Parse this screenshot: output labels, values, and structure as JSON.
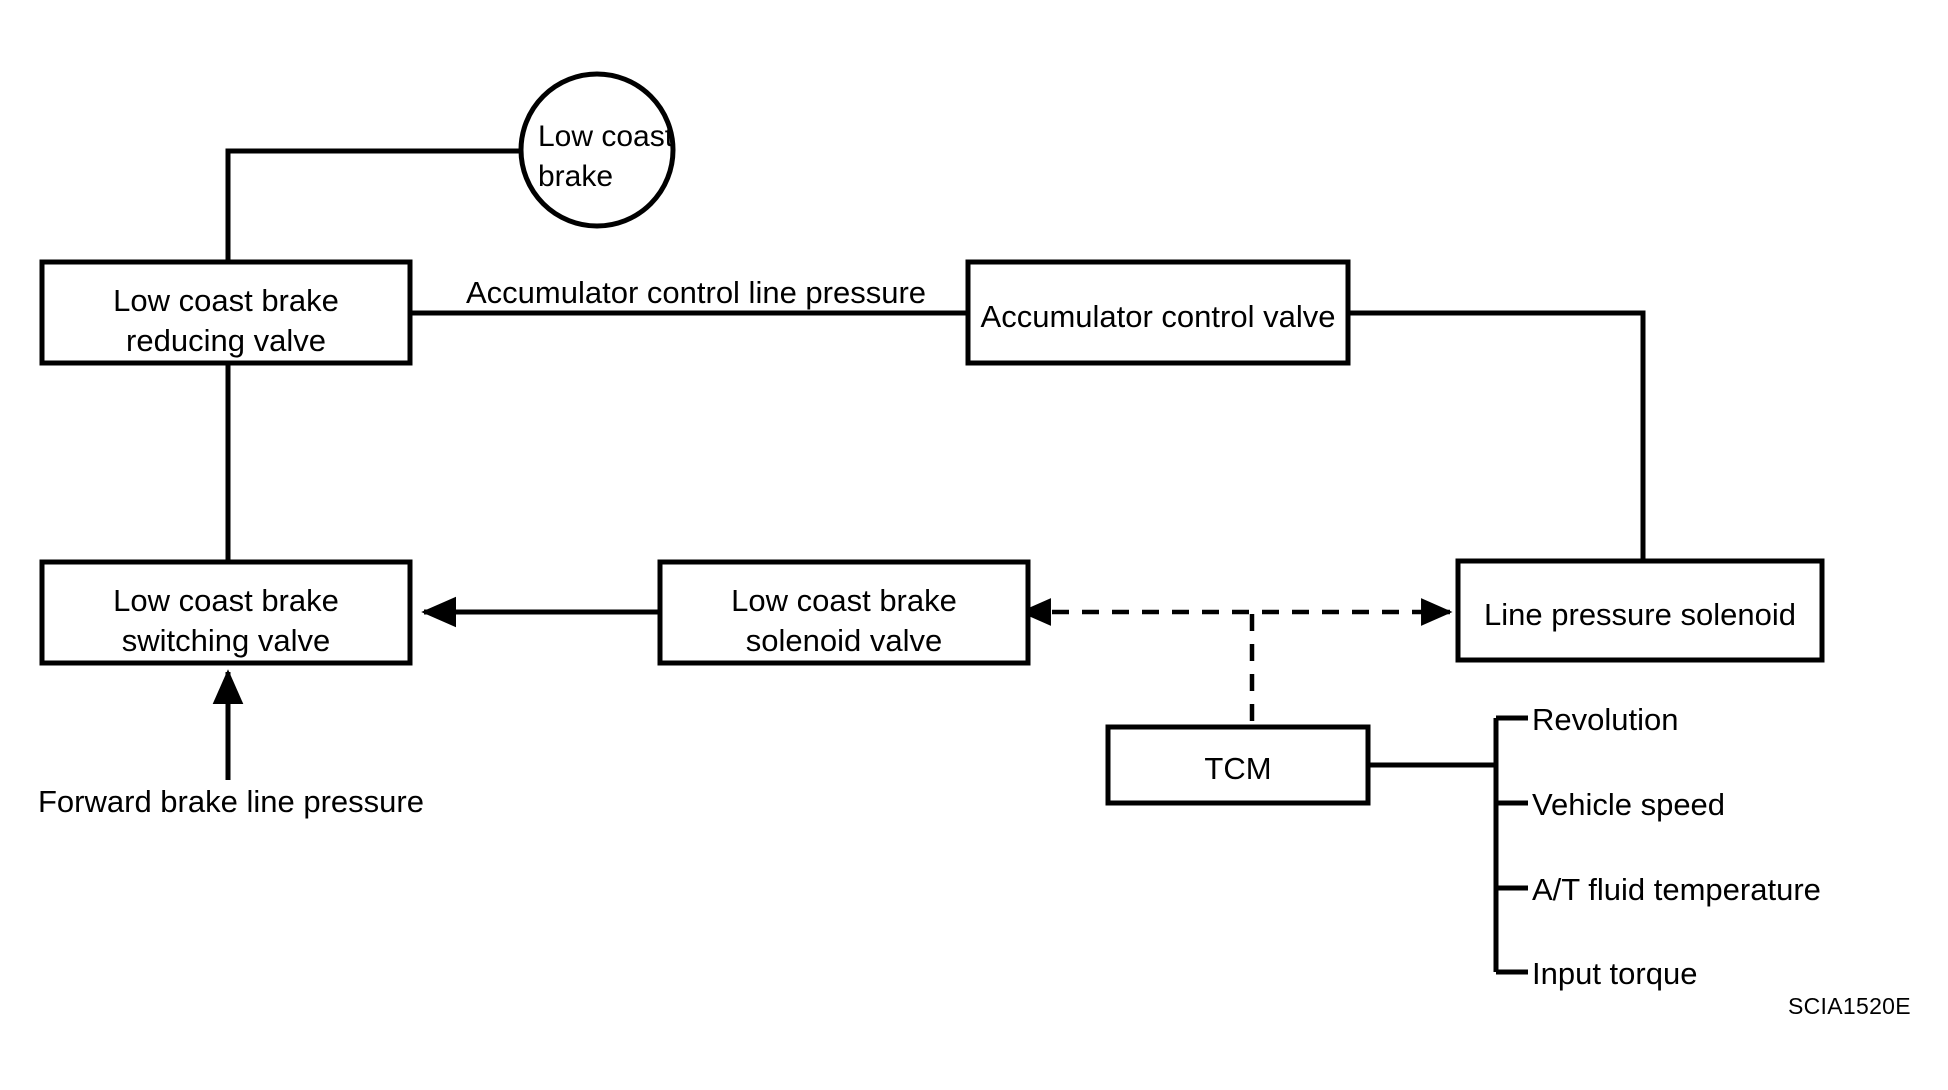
{
  "figure": {
    "code": "SCIA1520E",
    "colors": {
      "stroke": "#000000",
      "background": "#ffffff",
      "text": "#000000"
    }
  },
  "nodes": {
    "low_coast_brake": {
      "label": "Low coast\nbrake",
      "shape": "circle"
    },
    "low_coast_brake_reducing_valve": {
      "label": "Low coast brake\nreducing valve",
      "shape": "rect"
    },
    "accumulator_control_valve": {
      "label": "Accumulator control valve",
      "shape": "rect"
    },
    "low_coast_brake_switching_valve": {
      "label": "Low coast brake\nswitching valve",
      "shape": "rect"
    },
    "low_coast_brake_solenoid_valve": {
      "label": "Low coast brake\nsolenoid valve",
      "shape": "rect"
    },
    "line_pressure_solenoid": {
      "label": "Line pressure solenoid",
      "shape": "rect"
    },
    "tcm": {
      "label": "TCM",
      "shape": "rect"
    }
  },
  "edge_labels": {
    "accumulator_control_line_pressure": "Accumulator control line pressure",
    "forward_brake_line_pressure": "Forward brake line pressure"
  },
  "tcm_inputs": [
    {
      "label": "Revolution"
    },
    {
      "label": "Vehicle speed"
    },
    {
      "label": "A/T fluid temperature"
    },
    {
      "label": "Input torque"
    }
  ]
}
